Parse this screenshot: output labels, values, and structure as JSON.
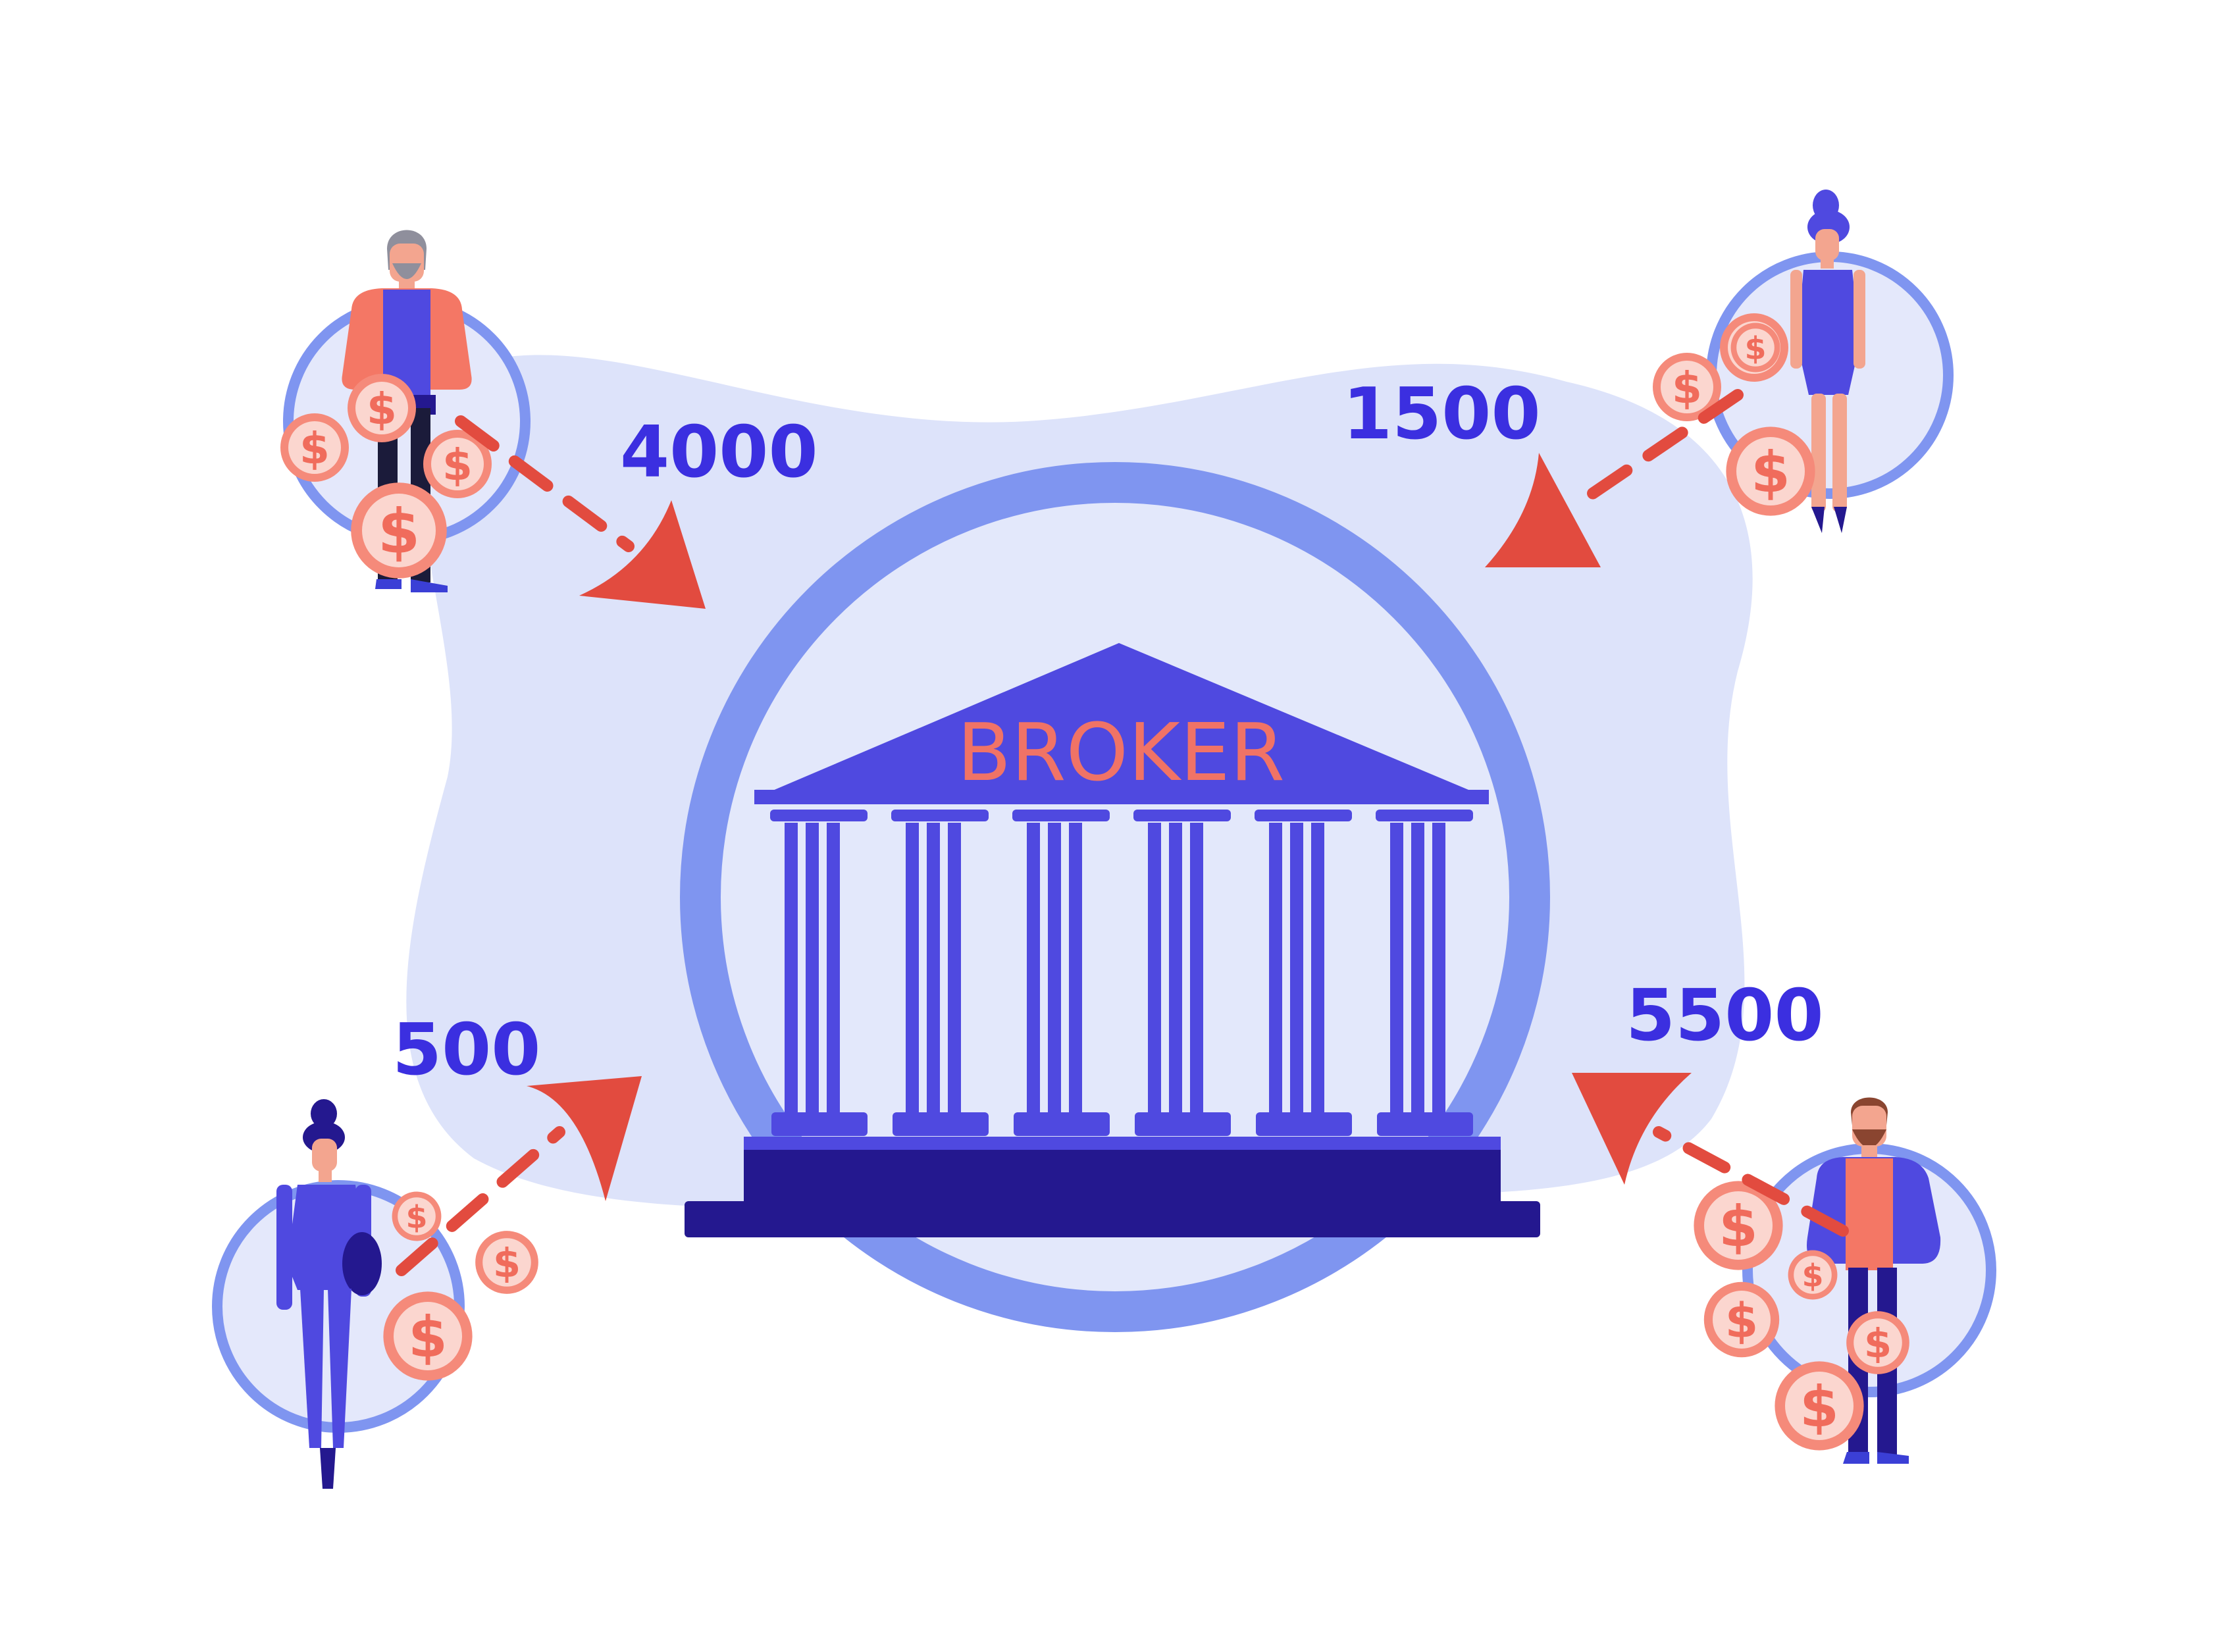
{
  "center": {
    "label": "BROKER"
  },
  "investors": [
    {
      "id": "top-left",
      "amount": "4000"
    },
    {
      "id": "top-right",
      "amount": "1500"
    },
    {
      "id": "bottom-left",
      "amount": "500"
    },
    {
      "id": "bottom-right",
      "amount": "5500"
    }
  ],
  "coin": {
    "symbol": "$"
  },
  "colors": {
    "blob": "#dde3fa",
    "ring": "#7f95f0",
    "circle_fill": "#e4e8fb",
    "building": "#4f49e0",
    "building_dark": "#24188f",
    "coin": "#f58a7a",
    "arrow": "#e24b3f",
    "number": "#3b2fe0"
  }
}
